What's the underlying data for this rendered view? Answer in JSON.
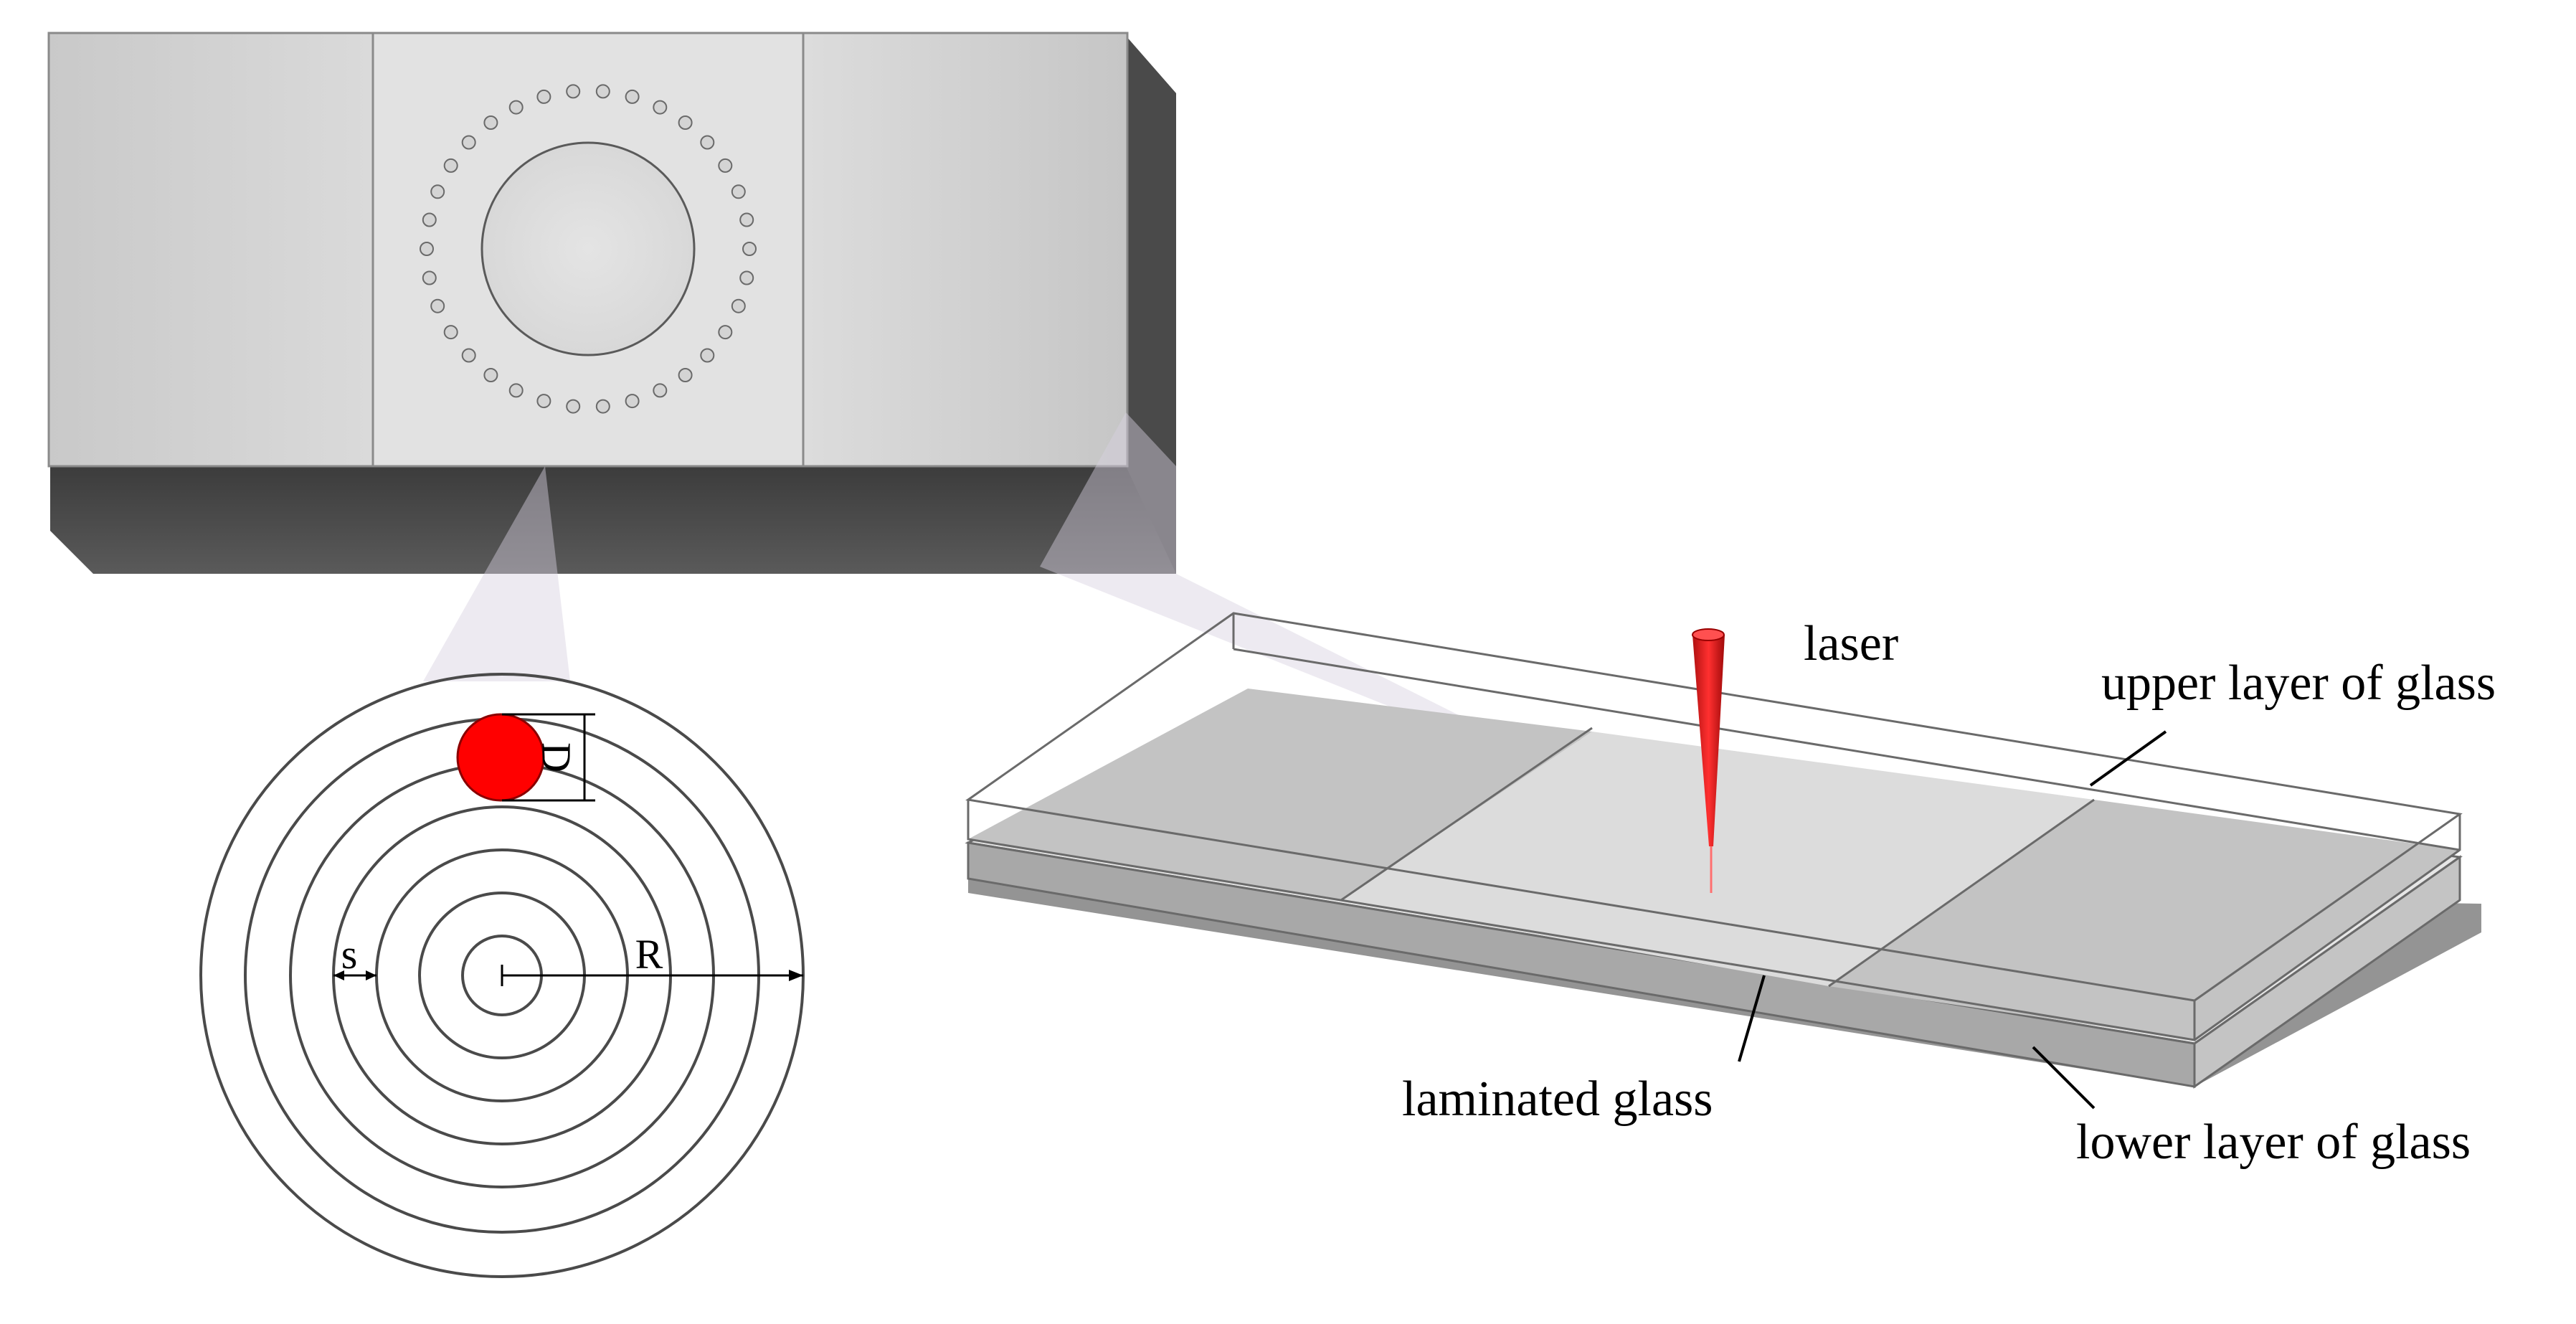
{
  "labels": {
    "laser": "laser",
    "upper_layer": "upper layer of glass",
    "laminated": "laminated glass",
    "lower_layer": "lower layer of glass"
  },
  "dimensions": {
    "spacing": "s",
    "radius": "R",
    "diameter": "D"
  },
  "colors": {
    "laser_beam": "#e02020",
    "laser_spot": "#ff0000",
    "glass_panel": "#d0d0d0",
    "glass_center": "#e0e0e0",
    "shadow": "#555555"
  }
}
